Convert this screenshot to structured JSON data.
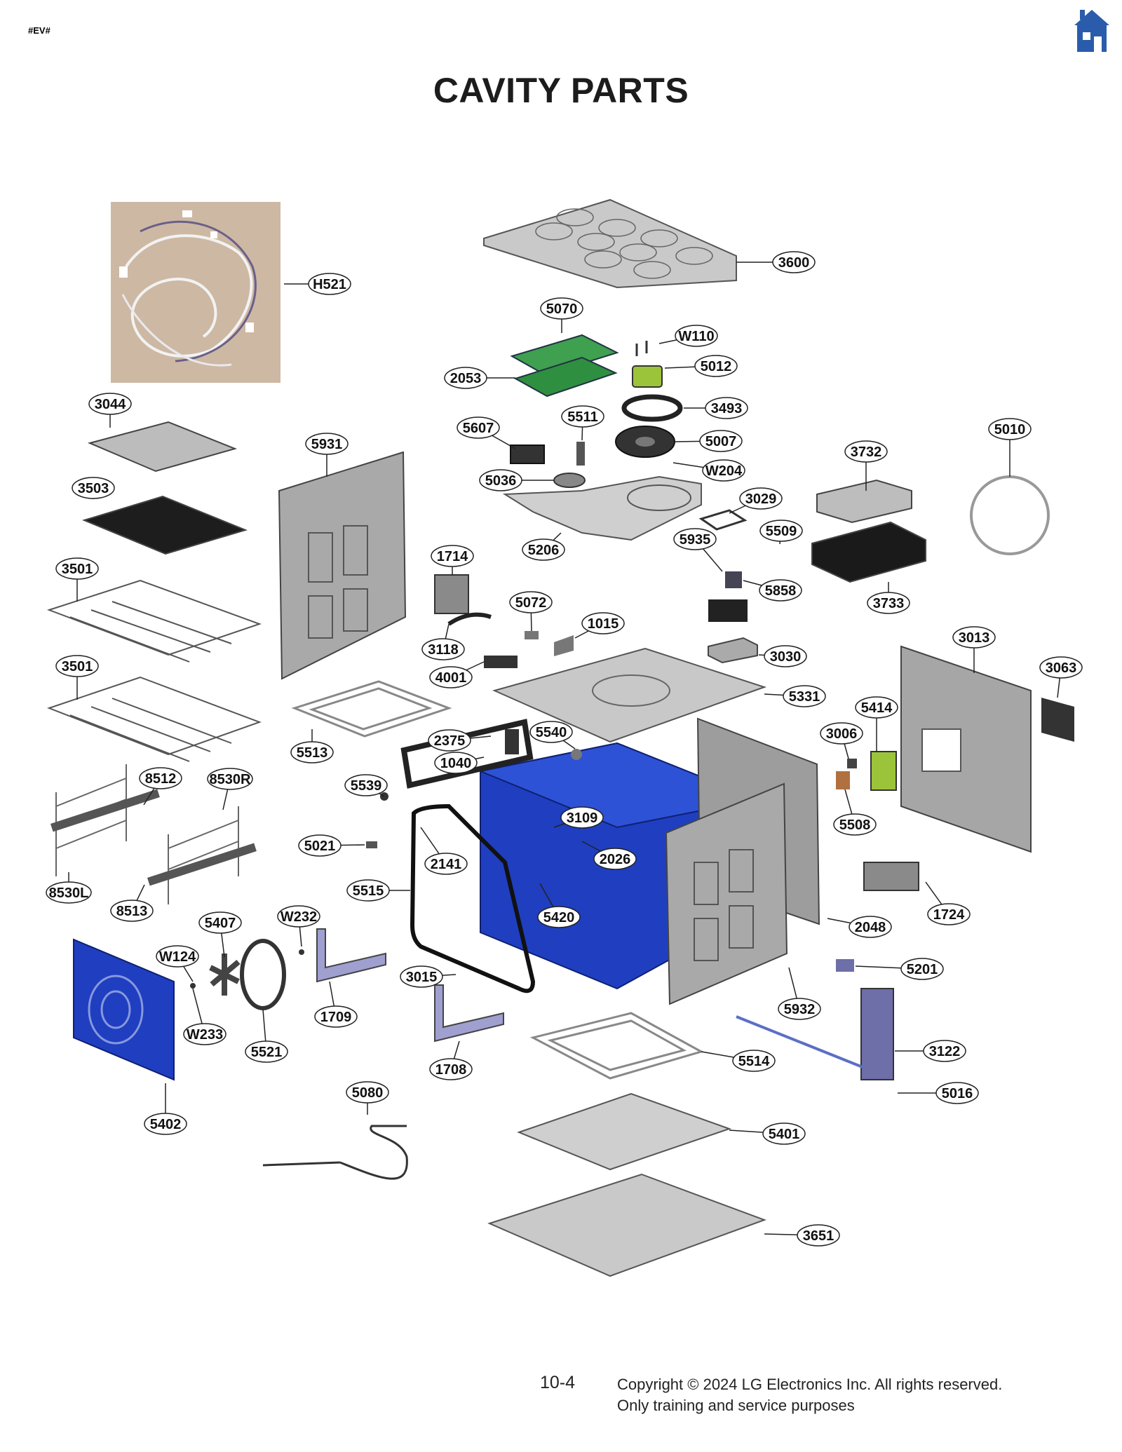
{
  "header": {
    "tag": "#EV#",
    "title": "CAVITY PARTS",
    "home_icon": "home-icon"
  },
  "colors": {
    "cavity_blue": "#1f3fc0",
    "panel_gray": "#b9b9b9",
    "board_green": "#3fa04f"
  },
  "parts": [
    "H521",
    "3600",
    "5070",
    "W110",
    "5012",
    "2053",
    "3493",
    "5511",
    "5607",
    "5007",
    "W204",
    "5036",
    "3044",
    "3503",
    "5931",
    "5010",
    "3732",
    "3029",
    "5509",
    "5935",
    "5206",
    "1714",
    "5858",
    "3733",
    "3501",
    "5072",
    "1015",
    "3013",
    "3063",
    "3118",
    "3030",
    "4001",
    "5331",
    "3501",
    "5414",
    "5513",
    "2375",
    "5540",
    "3006",
    "1040",
    "8512",
    "8530R",
    "5539",
    "3109",
    "5508",
    "5021",
    "2141",
    "2026",
    "8530L",
    "5515",
    "1724",
    "8513",
    "5420",
    "W232",
    "5407",
    "2048",
    "W124",
    "3015",
    "5201",
    "1709",
    "W233",
    "5932",
    "5521",
    "3122",
    "1708",
    "5514",
    "5080",
    "5016",
    "5402",
    "5401",
    "3651"
  ],
  "footer": {
    "page": "10-4",
    "copyright": "Copyright © 2024 LG Electronics Inc. All rights reserved.",
    "purpose": "Only training and service purposes"
  }
}
